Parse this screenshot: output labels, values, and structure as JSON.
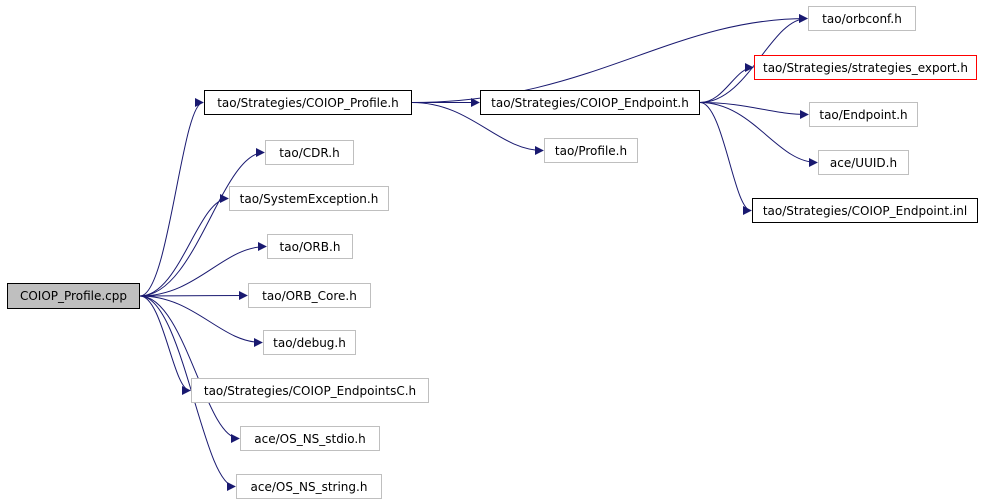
{
  "diagram": {
    "edge_color": "#191970",
    "nodes": {
      "root": {
        "label": "COIOP_Profile.cpp",
        "fill": "#bfbfbf",
        "border": "#000000"
      },
      "coiop_profile_h": {
        "label": "tao/Strategies/COIOP_Profile.h",
        "border": "#000000"
      },
      "cdr": {
        "label": "tao/CDR.h",
        "border": "#bfbfbf"
      },
      "sysexc": {
        "label": "tao/SystemException.h",
        "border": "#bfbfbf"
      },
      "orb": {
        "label": "tao/ORB.h",
        "border": "#bfbfbf"
      },
      "orb_core": {
        "label": "tao/ORB_Core.h",
        "border": "#bfbfbf"
      },
      "debug": {
        "label": "tao/debug.h",
        "border": "#bfbfbf"
      },
      "endpointsc": {
        "label": "tao/Strategies/COIOP_EndpointsC.h",
        "border": "#bfbfbf"
      },
      "stdio": {
        "label": "ace/OS_NS_stdio.h",
        "border": "#bfbfbf"
      },
      "string": {
        "label": "ace/OS_NS_string.h",
        "border": "#bfbfbf"
      },
      "coiop_endpoint_h": {
        "label": "tao/Strategies/COIOP_Endpoint.h",
        "border": "#000000"
      },
      "profile": {
        "label": "tao/Profile.h",
        "border": "#bfbfbf"
      },
      "orbconf": {
        "label": "tao/orbconf.h",
        "border": "#bfbfbf"
      },
      "strat_export": {
        "label": "tao/Strategies/strategies_export.h",
        "border": "#ff0000"
      },
      "endpoint": {
        "label": "tao/Endpoint.h",
        "border": "#bfbfbf"
      },
      "uuid": {
        "label": "ace/UUID.h",
        "border": "#bfbfbf"
      },
      "endpoint_inl": {
        "label": "tao/Strategies/COIOP_Endpoint.inl",
        "border": "#000000"
      }
    },
    "edges": [
      [
        "root",
        "coiop_profile_h"
      ],
      [
        "root",
        "cdr"
      ],
      [
        "root",
        "sysexc"
      ],
      [
        "root",
        "orb"
      ],
      [
        "root",
        "orb_core"
      ],
      [
        "root",
        "debug"
      ],
      [
        "root",
        "endpointsc"
      ],
      [
        "root",
        "stdio"
      ],
      [
        "root",
        "string"
      ],
      [
        "coiop_profile_h",
        "orbconf"
      ],
      [
        "coiop_profile_h",
        "coiop_endpoint_h"
      ],
      [
        "coiop_profile_h",
        "profile"
      ],
      [
        "coiop_endpoint_h",
        "orbconf"
      ],
      [
        "coiop_endpoint_h",
        "strat_export"
      ],
      [
        "coiop_endpoint_h",
        "endpoint"
      ],
      [
        "coiop_endpoint_h",
        "uuid"
      ],
      [
        "coiop_endpoint_h",
        "endpoint_inl"
      ]
    ]
  }
}
